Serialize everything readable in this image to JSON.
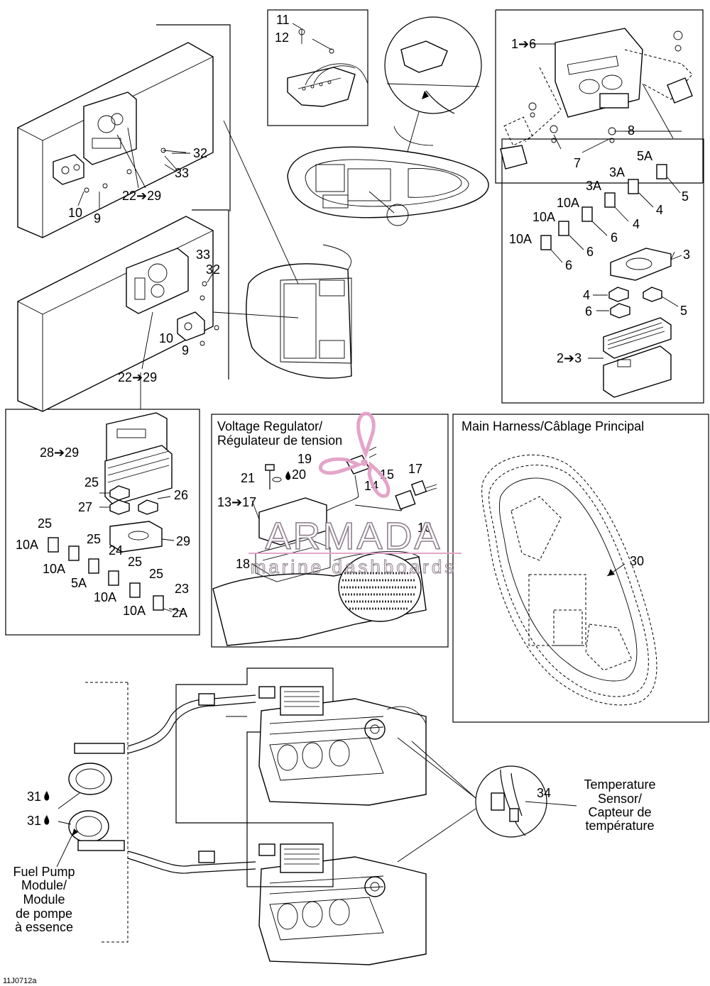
{
  "panels": {
    "voltage_regulator_title": "Voltage Regulator/",
    "voltage_regulator_title_fr": "Régulateur de tension",
    "main_harness_title": "Main Harness/Câblage Principal"
  },
  "captions": {
    "temp_sensor": [
      "Temperature",
      "Sensor/",
      "Capteur de",
      "température"
    ],
    "fuel_pump": [
      "Fuel Pump",
      "Module/",
      "Module",
      "de pompe",
      "à essence"
    ]
  },
  "labels": {
    "l11": "11",
    "l12": "12",
    "l1_6": "1➔6",
    "l32a": "32",
    "l33a": "33",
    "l22_29a": "22➔29",
    "l10a": "10",
    "l9a": "9",
    "l8": "8",
    "l7": "7",
    "l5A": "5A",
    "l3A_a": "3A",
    "l3A_b": "3A",
    "l5a": "5",
    "l4a": "4",
    "l4b": "4",
    "l10A_a": "10A",
    "l10A_b": "10A",
    "l10A_c": "10A",
    "l6a": "6",
    "l6b": "6",
    "l6c": "6",
    "l3": "3",
    "l4c": "4",
    "l5b": "5",
    "l6d": "6",
    "l2_3": "2➔3",
    "l33b": "33",
    "l32b": "32",
    "l10b": "10",
    "l9b": "9",
    "l22_29b": "22➔29",
    "l28_29": "28➔29",
    "l25a": "25",
    "l26": "26",
    "l27": "27",
    "l25b": "25",
    "l10A_d": "10A",
    "l25c": "25",
    "l29": "29",
    "l10A_e": "10A",
    "l24": "24",
    "l25d": "25",
    "l25e": "25",
    "l5A_b": "5A",
    "l23": "23",
    "l10A_f": "10A",
    "l10A_g": "10A",
    "l2A": "2A",
    "l19": "19",
    "l20": "20",
    "l21": "21",
    "l15": "15",
    "l14": "14",
    "l17": "17",
    "l13_17": "13➔17",
    "l16": "16",
    "l18": "18",
    "l30": "30",
    "l31a": "31",
    "l31b": "31",
    "l34": "34"
  },
  "watermark": {
    "brand": "ARMADA",
    "subtitle": "marine dashboards"
  },
  "figure_code": "11J0712a"
}
